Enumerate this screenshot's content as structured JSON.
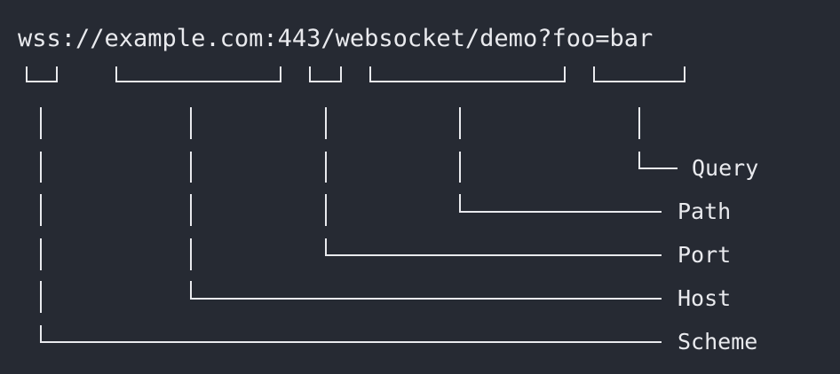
{
  "url": "wss://example.com:443/websocket/demo?foo=bar",
  "labels": {
    "query": "Query",
    "path": "Path",
    "port": "Port",
    "host": "Host",
    "scheme": "Scheme"
  },
  "colors": {
    "background": "#262a33",
    "foreground": "#e9eaee"
  }
}
